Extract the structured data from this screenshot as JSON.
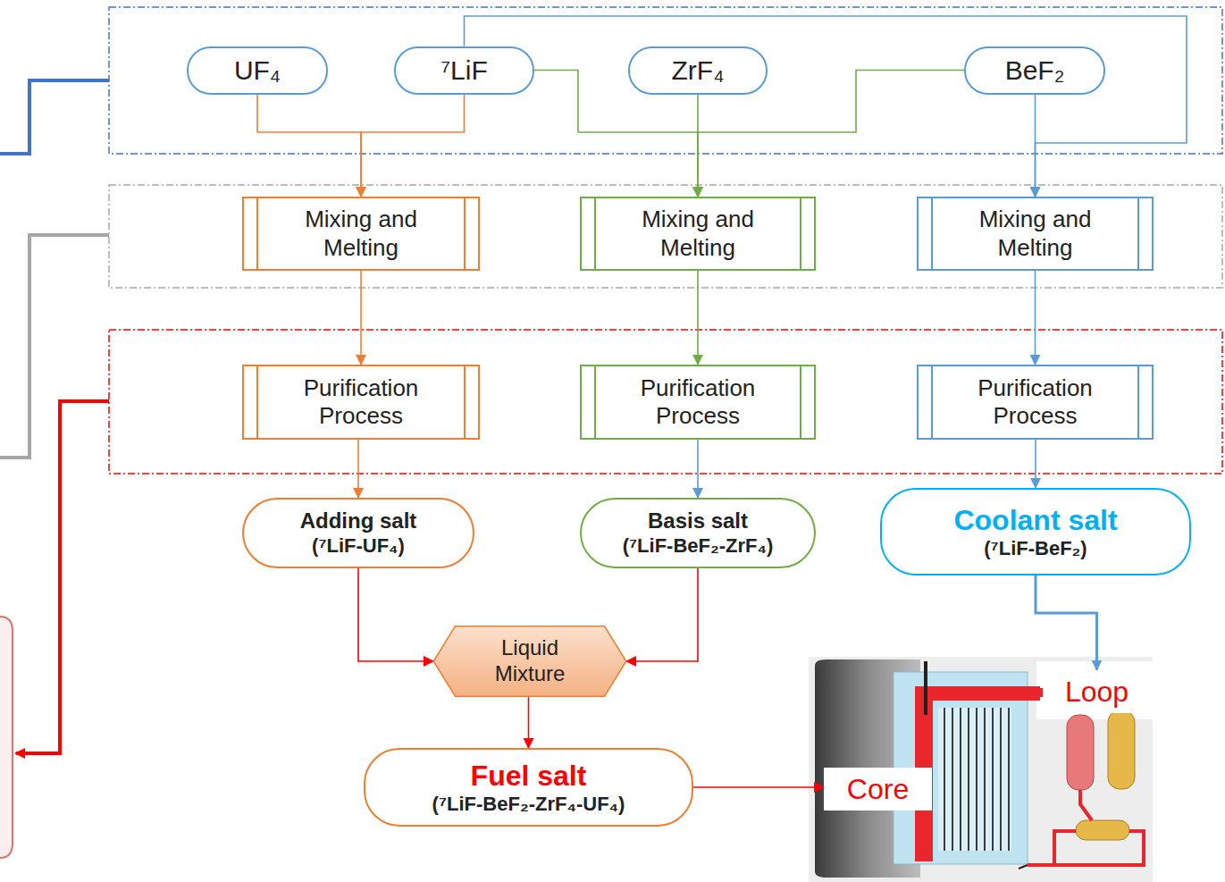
{
  "diagram": {
    "nodes": [
      {
        "text": [
          "UF₄"
        ]
      },
      {
        "text": [
          "⁷LiF"
        ]
      },
      {
        "text": [
          "ZrF₄"
        ]
      },
      {
        "text": [
          "BeF₂"
        ]
      },
      {
        "text": [
          "Mixing and Melting"
        ]
      },
      {
        "text": [
          "Mixing and Melting"
        ]
      },
      {
        "text": [
          "Mixing and Melting"
        ]
      },
      {
        "text": [
          "Purification Process"
        ]
      },
      {
        "text": [
          "Purification Process"
        ]
      },
      {
        "text": [
          "Purification Process"
        ]
      },
      {
        "text": [
          "Adding salt",
          "(⁷LiF-UF₄)"
        ]
      },
      {
        "text": [
          "Basis salt",
          "(⁷LiF-BeF₂-ZrF₄)"
        ]
      },
      {
        "text": [
          "Coolant salt",
          "(⁷LiF-BeF₂)"
        ]
      },
      {
        "text": [
          "Liquid Mixture"
        ]
      },
      {
        "text": [
          "Fuel salt",
          "(⁷LiF-BeF₂-ZrF₄-UF₄)"
        ]
      },
      {
        "text": [
          "Core"
        ]
      },
      {
        "text": [
          "Loop"
        ]
      }
    ],
    "edges": [
      {
        "from": 0,
        "to": 4,
        "arrow": "to"
      },
      {
        "from": 1,
        "to": 4,
        "arrow": "to"
      },
      {
        "from": 1,
        "to": 5,
        "arrow": "to"
      },
      {
        "from": 2,
        "to": 5,
        "arrow": "to"
      },
      {
        "from": 3,
        "to": 5,
        "arrow": "to"
      },
      {
        "from": 1,
        "to": 6,
        "arrow": "to"
      },
      {
        "from": 3,
        "to": 6,
        "arrow": "to"
      },
      {
        "from": 4,
        "to": 7,
        "arrow": "to"
      },
      {
        "from": 5,
        "to": 8,
        "arrow": "to"
      },
      {
        "from": 6,
        "to": 9,
        "arrow": "to"
      },
      {
        "from": 7,
        "to": 10,
        "arrow": "to"
      },
      {
        "from": 8,
        "to": 11,
        "arrow": "to"
      },
      {
        "from": 9,
        "to": 12,
        "arrow": "to"
      },
      {
        "from": 10,
        "to": 13,
        "arrow": "to"
      },
      {
        "from": 11,
        "to": 13,
        "arrow": "to"
      },
      {
        "from": 13,
        "to": 14,
        "arrow": "to"
      },
      {
        "from": 14,
        "to": 15,
        "arrow": "to"
      },
      {
        "from": 12,
        "to": 16,
        "arrow": "to"
      }
    ]
  }
}
